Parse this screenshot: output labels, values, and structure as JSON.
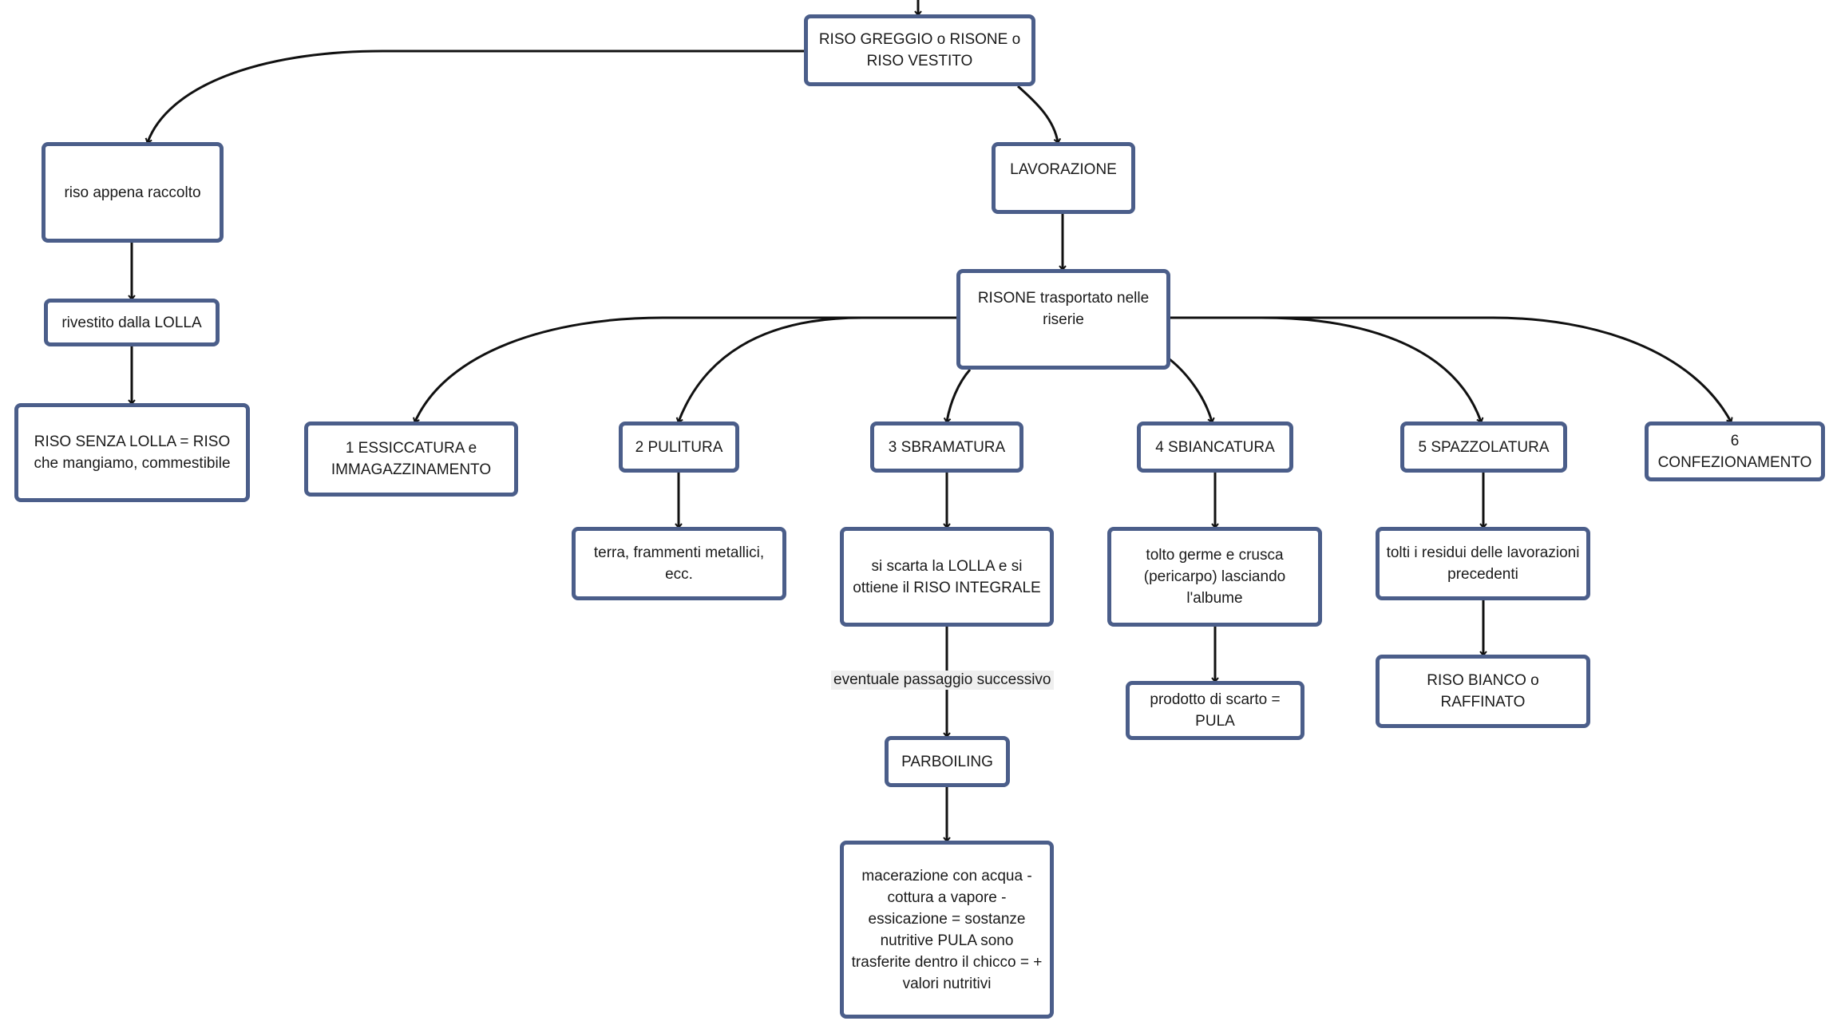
{
  "nodes": {
    "riso_greggio": "RISO GREGGIO o RISONE o RISO VESTITO",
    "riso_appena_raccolto": "riso appena raccolto",
    "rivestito_lolla": "rivestito dalla LOLLA",
    "riso_senza_lolla": "RISO SENZA LOLLA = RISO che mangiamo, commestibile",
    "lavorazione": "LAVORAZIONE",
    "risone_trasportato": "RISONE trasportato nelle riserie",
    "essiccatura": "1 ESSICCATURA e IMMAGAZZINAMENTO",
    "pulitura": "2 PULITURA",
    "sbramatura": "3 SBRAMATURA",
    "sbiancatura": "4 SBIANCATURA",
    "spazzolatura": "5 SPAZZOLATURA",
    "confezionamento": "6 CONFEZIONAMENTO",
    "terra_frammenti": "terra, frammenti metallici, ecc.",
    "scarta_lolla": "si scarta la LOLLA e si ottiene il RISO INTEGRALE",
    "tolto_germe": "tolto germe e crusca (pericarpo) lasciando l'albume",
    "tolti_residui": "tolti i residui delle lavorazioni precedenti",
    "prodotto_scarto": "prodotto di scarto = PULA",
    "riso_bianco": "RISO BIANCO o RAFFINATO",
    "parboiling": "PARBOILING",
    "macerazione": "macerazione con acqua - cottura a vapore - essicazione = sostanze nutritive PULA sono trasferite dentro il chicco = + valori nutritivi"
  },
  "edge_labels": {
    "passaggio_successivo": "eventuale passaggio successivo"
  },
  "colors": {
    "node_border": "#4b5e8a",
    "edge": "#111111",
    "label_bg": "#efefef"
  }
}
